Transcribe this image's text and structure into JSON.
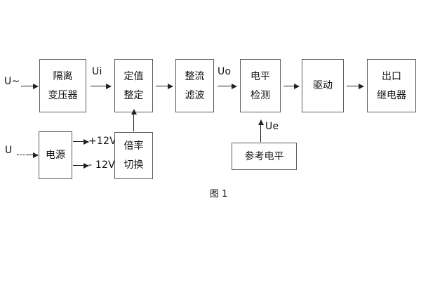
{
  "figure": {
    "caption": "图 1",
    "background_color": "#ffffff",
    "line_color": "#5a5a5a",
    "arrow_color": "#222222",
    "text_color": "#111111"
  },
  "blocks": [
    {
      "id": "isolation-transformer",
      "lines": [
        "隔离",
        "变压器"
      ]
    },
    {
      "id": "setting-value",
      "lines": [
        "定值",
        "整定"
      ]
    },
    {
      "id": "rectifier-filter",
      "lines": [
        "整流",
        "滤波"
      ]
    },
    {
      "id": "level-detection",
      "lines": [
        "电平",
        "检测"
      ]
    },
    {
      "id": "drive",
      "lines": [
        "驱动"
      ]
    },
    {
      "id": "output-relay",
      "lines": [
        "出口",
        "继电器"
      ]
    },
    {
      "id": "power-supply",
      "lines": [
        "电源"
      ]
    },
    {
      "id": "multiplier-switch",
      "lines": [
        "倍率",
        "切换"
      ]
    },
    {
      "id": "reference-level",
      "lines": [
        "参考电平"
      ]
    }
  ],
  "signal_labels": {
    "input_ac": "U~",
    "input_dc": "U",
    "ui": "Ui",
    "uo": "Uo",
    "ue": "Ue",
    "supply_positive": "+12V",
    "supply_negative": "- 12V"
  }
}
